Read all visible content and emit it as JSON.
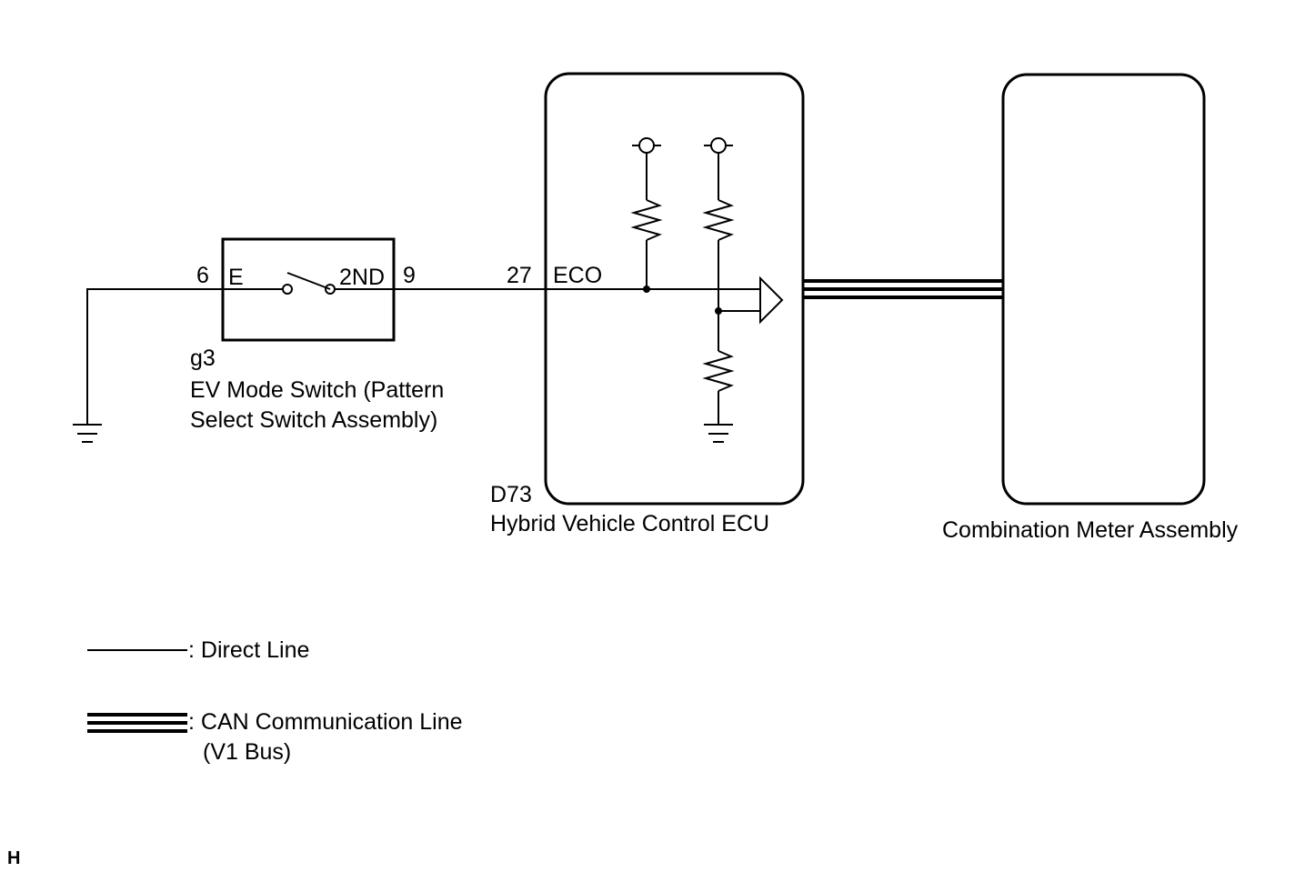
{
  "switch": {
    "connector": "g3",
    "name_line1": "EV Mode Switch (Pattern",
    "name_line2": "Select Switch Assembly)",
    "pin_left_number": "6",
    "pin_left_label": "E",
    "pin_right_label": "2ND",
    "pin_right_number": "9"
  },
  "ecu": {
    "connector": "D73",
    "name": "Hybrid Vehicle Control ECU",
    "pin_number": "27",
    "pin_label": "ECO"
  },
  "meter": {
    "name": "Combination Meter Assembly"
  },
  "legend": {
    "direct_line": ": Direct Line",
    "can_line_1": ": CAN Communication Line",
    "can_line_2": "(V1 Bus)"
  },
  "corner_mark": "H"
}
